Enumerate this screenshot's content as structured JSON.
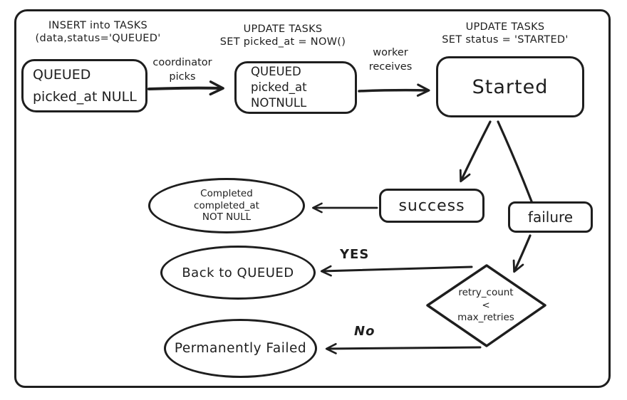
{
  "colors": {
    "stroke": "#1e1e1e",
    "canvas_bg": "#ffffff"
  },
  "annotations": {
    "insert_into_tasks": {
      "line1": "INSERT into TASKS",
      "line2": "(data,status='QUEUED'"
    },
    "update_picked_at": {
      "line1": "UPDATE TASKS",
      "line2": "SET picked_at = NOW()"
    },
    "update_status": {
      "line1": "UPDATE TASKS",
      "line2": "SET status = 'STARTED'"
    }
  },
  "edge_labels": {
    "coordinator": {
      "line1": "coordinator",
      "line2": "picks"
    },
    "worker": {
      "line1": "worker",
      "line2": "receives"
    },
    "yes": "YES",
    "no": "No"
  },
  "nodes": {
    "queued_null": {
      "line1": "QUEUED",
      "line2": "picked_at NULL"
    },
    "queued_notnull": {
      "line1": "QUEUED",
      "line2": "picked_at",
      "line3": "NOTNULL"
    },
    "started": "Started",
    "success": "success",
    "failure": "failure",
    "completed": {
      "line1": "Completed",
      "line2": "completed_at",
      "line3": "NOT NULL"
    },
    "back_to_queued": "Back to QUEUED",
    "permanently_failed": "Permanently Failed",
    "retry_decision": {
      "line1": "retry_count",
      "line2": "<",
      "line3": "max_retries"
    }
  }
}
